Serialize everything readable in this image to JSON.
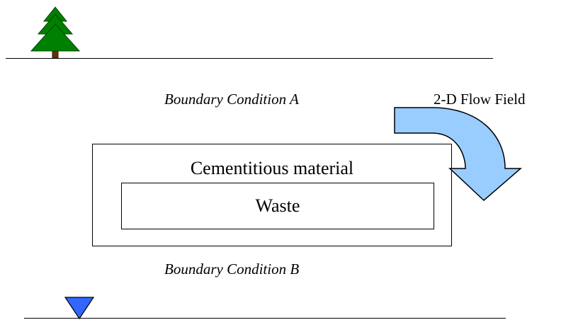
{
  "boundary_a": {
    "label": "Boundary Condition A"
  },
  "boundary_b": {
    "label": "Boundary Condition B"
  },
  "flow": {
    "label": "2-D Flow Field",
    "arrow_color": "#99ccff"
  },
  "outer": {
    "label": "Cementitious material"
  },
  "inner": {
    "label": "Waste"
  },
  "colors": {
    "tree": "#008000",
    "water_table_marker": "#3366ff",
    "lines": "#000000"
  },
  "icons": {
    "tree": "tree-icon",
    "water_table": "water-table-icon"
  }
}
